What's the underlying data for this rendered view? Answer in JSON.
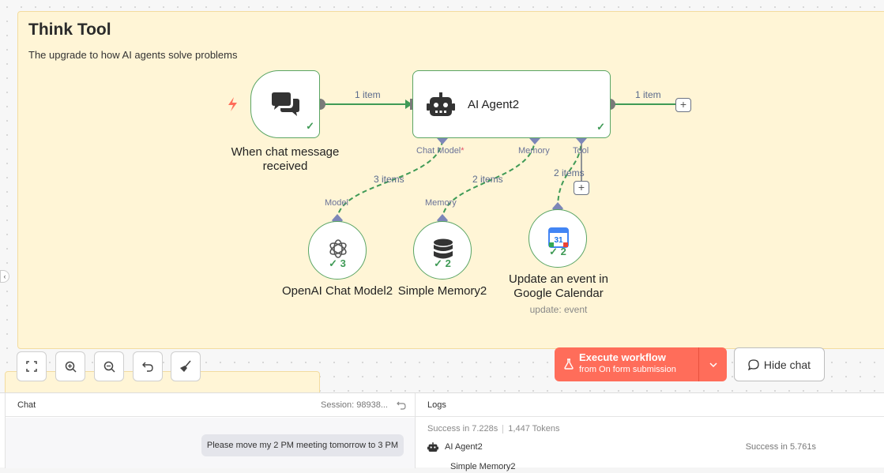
{
  "sticky": {
    "title": "Think Tool",
    "subtitle": "The upgrade to how AI agents solve problems"
  },
  "nodes": {
    "trigger": {
      "label_line1": "When chat message",
      "label_line2": "received",
      "icon": "chat-bubbles-icon",
      "status": "success"
    },
    "agent": {
      "label": "AI Agent2",
      "icon": "robot-icon",
      "status": "success"
    },
    "openai": {
      "label": "OpenAI Chat Model2",
      "icon": "openai-icon",
      "count": "3"
    },
    "memory": {
      "label": "Simple Memory2",
      "icon": "database-icon",
      "count": "2"
    },
    "calendar": {
      "label_line1": "Update an event in",
      "label_line2": "Google Calendar",
      "sub": "update: event",
      "icon": "google-calendar-icon",
      "icon_text": "31",
      "count": "2"
    }
  },
  "ports": {
    "chat_model": "Chat Model",
    "required_mark": "*",
    "memory": "Memory",
    "tool": "Tool",
    "model": "Model",
    "memory_out": "Memory"
  },
  "edges": {
    "trigger_to_agent": "1 item",
    "agent_out": "1 item",
    "model_to_agent": "3 items",
    "memory_to_agent": "2 items",
    "tool_to_agent": "2 items"
  },
  "toolbar": {
    "execute_label": "Execute workflow",
    "execute_sub": "from On form submission",
    "hide_chat": "Hide chat"
  },
  "chat": {
    "title": "Chat",
    "session": "Session: 98938...",
    "message": "Please move my 2 PM meeting tomorrow to 3 PM"
  },
  "logs": {
    "title": "Logs",
    "summary_time": "Success in 7.228s",
    "summary_tokens": "1,447 Tokens",
    "row1_name": "AI Agent2",
    "row1_status": "Success in 5.761s",
    "row2_name": "Simple Memory2"
  },
  "colors": {
    "accent": "#ff6d5a",
    "success": "#3f9a56",
    "edge_main": "#3f9a56",
    "sticky_bg": "#fff5d6",
    "port": "#7d86b8"
  }
}
